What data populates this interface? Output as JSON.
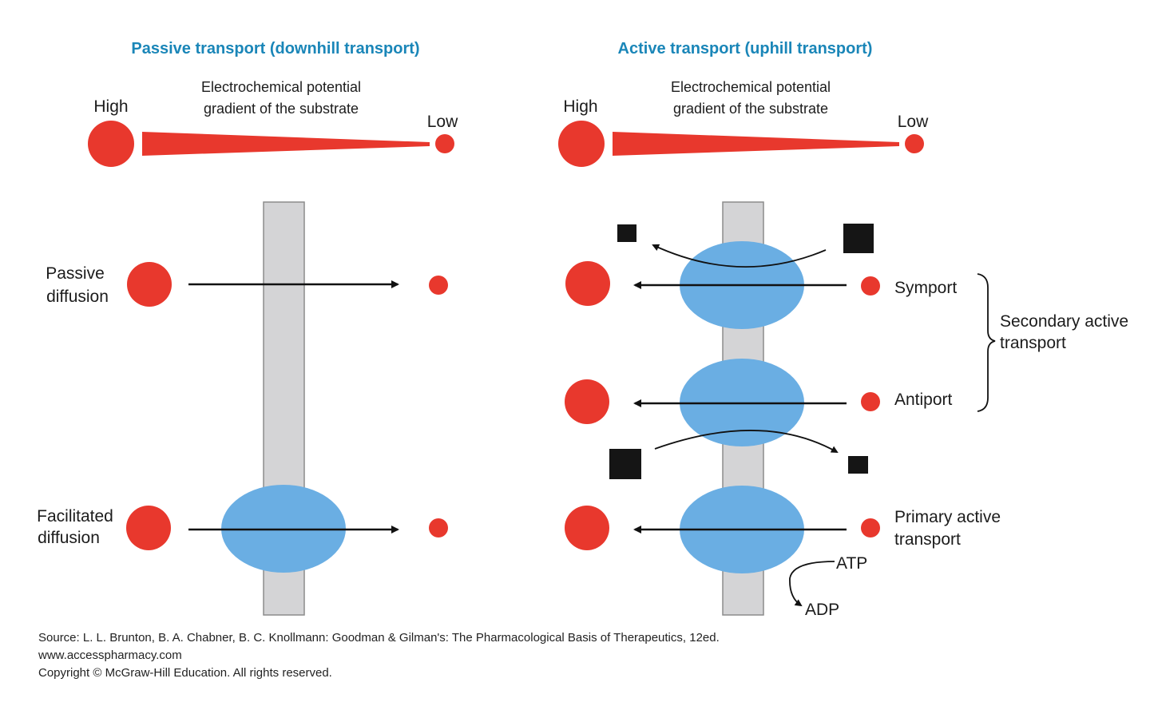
{
  "colors": {
    "title": "#1a86b8",
    "substrate": "#e8382d",
    "carrier": "#6aaee3",
    "membrane": "#d4d4d6",
    "cosubstrate": "#151515",
    "arrow": "#111111"
  },
  "passive": {
    "title": "Passive transport (downhill transport)",
    "gradient": {
      "line1": "Electrochemical potential",
      "line2": "gradient of the substrate",
      "high": "High",
      "low": "Low"
    },
    "rows": [
      {
        "line1": "Passive",
        "line2": "diffusion"
      },
      {
        "line1": "Facilitated",
        "line2": "diffusion"
      }
    ]
  },
  "active": {
    "title": "Active transport (uphill transport)",
    "gradient": {
      "line1": "Electrochemical potential",
      "line2": "gradient of the substrate",
      "high": "High",
      "low": "Low"
    },
    "rows": [
      {
        "line1": "Symport"
      },
      {
        "line1": "Antiport"
      },
      {
        "line1": "Primary active",
        "line2": "transport"
      }
    ],
    "group": {
      "line1": "Secondary active",
      "line2": "transport"
    },
    "atp": "ATP",
    "adp": "ADP"
  },
  "source": {
    "line1": "Source: L. L. Brunton, B. A. Chabner, B. C. Knollmann: Goodman & Gilman's: The Pharmacological Basis of Therapeutics, 12ed.",
    "line2": "www.accesspharmacy.com",
    "line3": "Copyright © McGraw-Hill Education.  All rights reserved."
  }
}
